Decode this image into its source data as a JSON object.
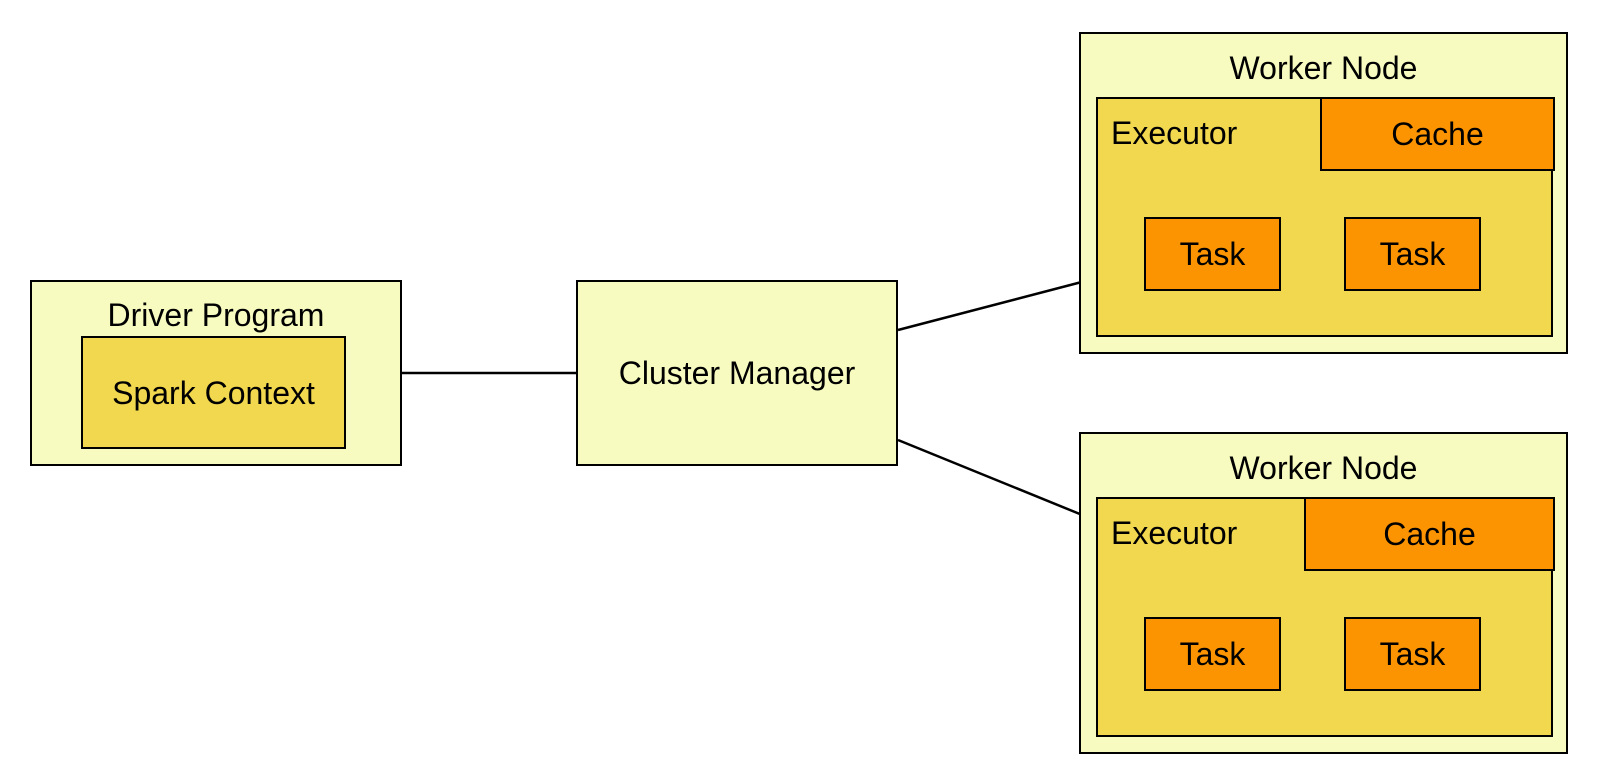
{
  "driver": {
    "title": "Driver Program",
    "context": "Spark Context"
  },
  "cluster_manager": {
    "label": "Cluster Manager"
  },
  "workers": [
    {
      "title": "Worker Node",
      "executor": "Executor",
      "cache": "Cache",
      "tasks": [
        "Task",
        "Task"
      ]
    },
    {
      "title": "Worker Node",
      "executor": "Executor",
      "cache": "Cache",
      "tasks": [
        "Task",
        "Task"
      ]
    }
  ],
  "colors": {
    "light": "#f8fbc0",
    "mid": "#f2d84e",
    "orange": "#fb9400",
    "stroke": "#000000"
  }
}
